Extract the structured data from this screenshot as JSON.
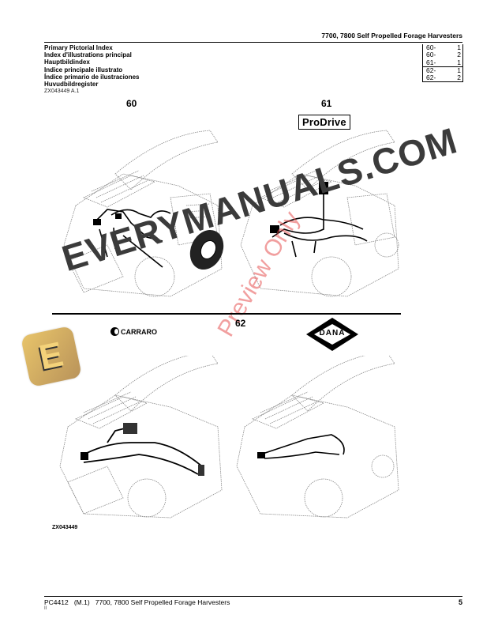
{
  "header": {
    "title": "7700, 7800 Self Propelled Forage Harvesters"
  },
  "index_titles": [
    "Primary Pictorial Index",
    "Index d'illustrations principal",
    "Hauptbildindex",
    "Indice principale illustrato",
    "Índice primario de ilustraciones",
    "Huvudbildregister"
  ],
  "figure_reference_top": "ZX043449 A.1",
  "reference_table": [
    {
      "group": "60-",
      "page": "1"
    },
    {
      "group": "60-",
      "page": "2"
    },
    {
      "group": "61-",
      "page": "1"
    },
    {
      "group": "62-",
      "page": "1"
    },
    {
      "group": "62-",
      "page": "2"
    }
  ],
  "sections": {
    "s60": {
      "number": "60"
    },
    "s61": {
      "number": "61",
      "badge": "ProDrive"
    },
    "s62": {
      "number": "62",
      "brand_left": "CARRARO",
      "brand_right": "DANA"
    }
  },
  "figure_reference_bottom": "ZX043449",
  "footer": {
    "doc_id": "PC4412",
    "revision": "(M.1)",
    "title": "7700, 7800 Self Propelled Forage Harvesters",
    "sub": "II",
    "page_number": "5"
  },
  "watermark": {
    "text": "EVERYMANUALS.COM",
    "logo_letter": "E",
    "overlay": "Preview Only"
  }
}
